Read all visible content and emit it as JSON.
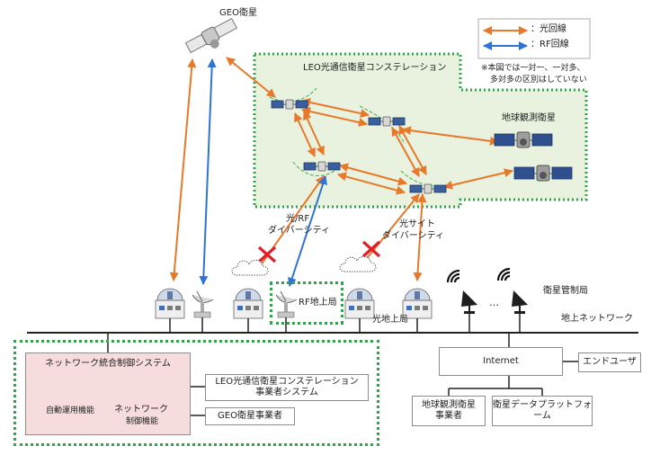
{
  "legend": {
    "optical_label": "：光回線",
    "rf_label": "：RF回線",
    "note_line1": "※本図では一対一、一対多、",
    "note_line2": "多対多の区別はしていない"
  },
  "colors": {
    "optical": "#e8782a",
    "rf": "#2f73d6",
    "leo_area": "#e8f2df",
    "nocc_fill": "#f6dcdc",
    "dotted_border": "#2fa64a",
    "ground_line": "#222222",
    "failure_mark": "#e0202a"
  },
  "satellites": {
    "geo_label": "GEO衛星",
    "leo_constellation_title": "LEO光通信衛星コンステレーション",
    "earth_observation_label": "地球観測衛星"
  },
  "diversity": {
    "optical_rf_line1": "光/RF",
    "optical_rf_line2": "ダイバーシティ",
    "optical_site_line1": "光サイト",
    "optical_site_line2": "ダイバーシティ"
  },
  "ground": {
    "rf_station_label": "RF地上局",
    "optical_station_label": "光地上局",
    "satellite_control_label": "衛星管制局",
    "ground_network_label": "地上ネットワーク",
    "ellipsis": "…"
  },
  "systems": {
    "nocc_title": "ネットワーク統合制御システム",
    "auto_ops_label": "自動運用機能",
    "net_ctrl_line1": "ネットワーク",
    "net_ctrl_line2": "制御機能",
    "leo_operator_line1": "LEO光通信衛星コンステレーション",
    "leo_operator_line2": "事業者システム",
    "geo_operator_label": "GEO衛星事業者",
    "internet_label": "Internet",
    "end_user_label": "エンドユーザ",
    "eo_operator_line1": "地球観測衛星",
    "eo_operator_line2": "事業者",
    "platform_line1": "衛星データプラットフォ",
    "platform_line2": "ーム"
  },
  "icons": {
    "geo": "geo-satellite-icon",
    "leo": "leo-satellite-icon",
    "eo": "earth-observation-satellite-icon",
    "dome": "optical-ground-station-icon",
    "dish": "rf-antenna-icon",
    "control": "control-antenna-icon",
    "db": "database-icon",
    "server": "server-icon",
    "cloud": "cloud-icon",
    "cross": "link-failure-icon"
  }
}
